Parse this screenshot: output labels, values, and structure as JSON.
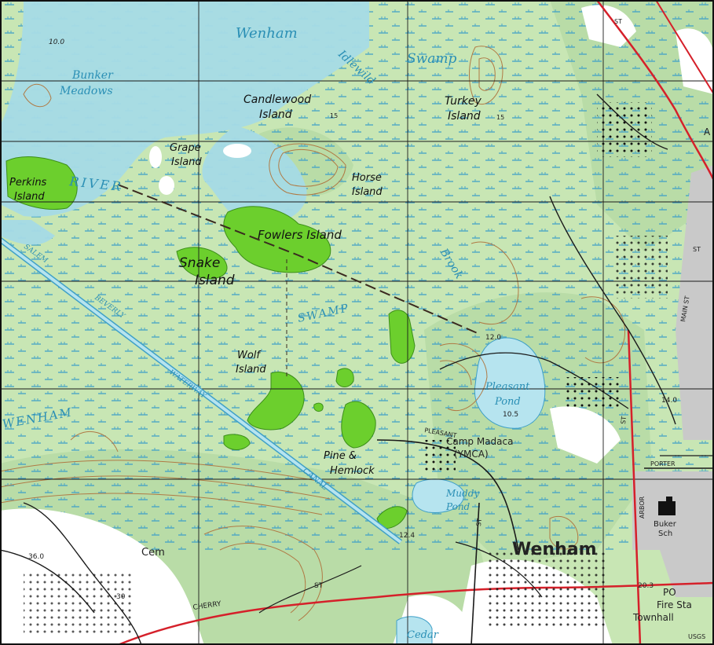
{
  "map": {
    "colors": {
      "upland": "#b7d9a6",
      "swamp_bg": "#c8e6b4",
      "water": "#a6dbe6",
      "open_water": "#b6e4ef",
      "wooded_island": "#6ccf2d",
      "urban": "#c9c9c9",
      "white_open": "#ffffff",
      "contour": "#b07a45",
      "road_red": "#d5202a",
      "road_black": "#1a1a1a",
      "grid": "#1a1a1a",
      "marsh_symbol": "#3fa0c8",
      "label_blue": "#2a8fb5"
    },
    "water_labels": {
      "wenham": "Wenham",
      "swamp_top": "Swamp",
      "bunker_meadows_1": "Bunker",
      "bunker_meadows_2": "Meadows",
      "river": "RIVER",
      "idlewild_1": "Idlewild",
      "idlewild_2": "Brook",
      "swamp_mid": "SWAMP",
      "pleasant_pond_1": "Pleasant",
      "pleasant_pond_2": "Pond",
      "muddy_pond_1": "Muddy",
      "muddy_pond_2": "Pond",
      "cedar": "Cedar",
      "wenham_left": "WENHAM",
      "salem_beverly_1": "SALEM",
      "salem_beverly_2": "BEVERLY",
      "waterway": "WATERWAY",
      "canal": "CANAL"
    },
    "place_labels": {
      "candlewood_1": "Candlewood",
      "candlewood_2": "Island",
      "turkey_1": "Turkey",
      "turkey_2": "Island",
      "grape_1": "Grape",
      "grape_2": "Island",
      "horse_1": "Horse",
      "horse_2": "Island",
      "perkins_1": "Perkins",
      "perkins_2": "Island",
      "fowlers": "Fowlers Island",
      "snake_1": "Snake",
      "snake_2": "Island",
      "wolf_1": "Wolf",
      "wolf_2": "Island",
      "pine_1": "Pine &",
      "pine_2": "Hemlock",
      "camp_1": "Camp Madaca",
      "camp_2": "(YMCA)",
      "wenham_town": "Wenham",
      "buker_1": "Buker",
      "buker_2": "Sch",
      "po": "PO",
      "fire_sta": "Fire Sta",
      "townhall": "Townhall",
      "cem": "Cem",
      "usgs": "USGS"
    },
    "road_labels": {
      "cherry": "CHERRY",
      "st_bottom": "ST",
      "porter": "PORTER",
      "arbor": "ARBOR",
      "st_arbor": "ST",
      "main_st": "MAIN ST",
      "pleasant": "PLEASANT",
      "st_pleasant": "ST",
      "st_top": "ST",
      "st_right": "ST",
      "a_edge": "A"
    },
    "elevations": {
      "e100": "10.0",
      "e120": "12.0",
      "e105": "10.5",
      "e140": "14.0",
      "e124": "12.4",
      "e360": "36.0",
      "e203": "20.3",
      "e30": "30",
      "e15a": "15",
      "e15b": "15"
    }
  }
}
